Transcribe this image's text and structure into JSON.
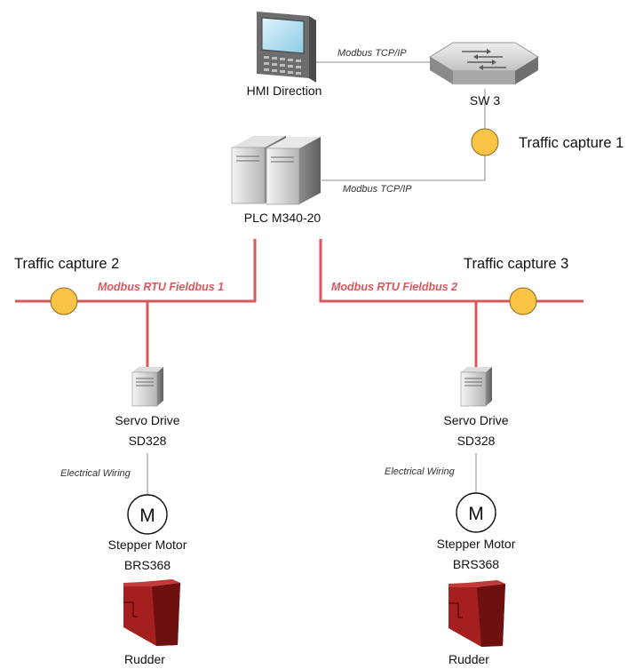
{
  "colors": {
    "fieldbus": "#d9575c",
    "network_line": "#8c8c8c",
    "capture_point": "#fcc447",
    "capture_stroke": "#8a6a1a",
    "rudder": "#a51f1f",
    "rudder_dark": "#6f1010"
  },
  "nodes": {
    "hmi": {
      "label": "HMI Direction",
      "icon": "hmi-terminal-icon"
    },
    "switch": {
      "label": "SW 3",
      "icon": "network-switch-icon"
    },
    "plc": {
      "label": "PLC M340-20",
      "icon": "plc-server-icon"
    },
    "drive_left": {
      "line1": "Servo Drive",
      "line2": "SD328",
      "icon": "servo-drive-icon"
    },
    "drive_right": {
      "line1": "Servo Drive",
      "line2": "SD328",
      "icon": "servo-drive-icon"
    },
    "motor_left": {
      "symbol": "M",
      "line1": "Stepper Motor",
      "line2": "BRS368",
      "icon": "motor-icon"
    },
    "motor_right": {
      "symbol": "M",
      "line1": "Stepper Motor",
      "line2": "BRS368",
      "icon": "motor-icon"
    },
    "rudder_left": {
      "label": "Rudder",
      "icon": "rudder-icon"
    },
    "rudder_right": {
      "label": "Rudder",
      "icon": "rudder-icon"
    }
  },
  "links": {
    "hmi_switch": "Modbus TCP/IP",
    "switch_plc": "Modbus TCP/IP",
    "bus_left": "Modbus RTU Fieldbus 1",
    "bus_right": "Modbus RTU Fieldbus 2",
    "wiring_left": "Electrical Wiring",
    "wiring_right": "Electrical Wiring"
  },
  "captures": {
    "c1": "Traffic capture 1",
    "c2": "Traffic capture 2",
    "c3": "Traffic capture 3"
  }
}
